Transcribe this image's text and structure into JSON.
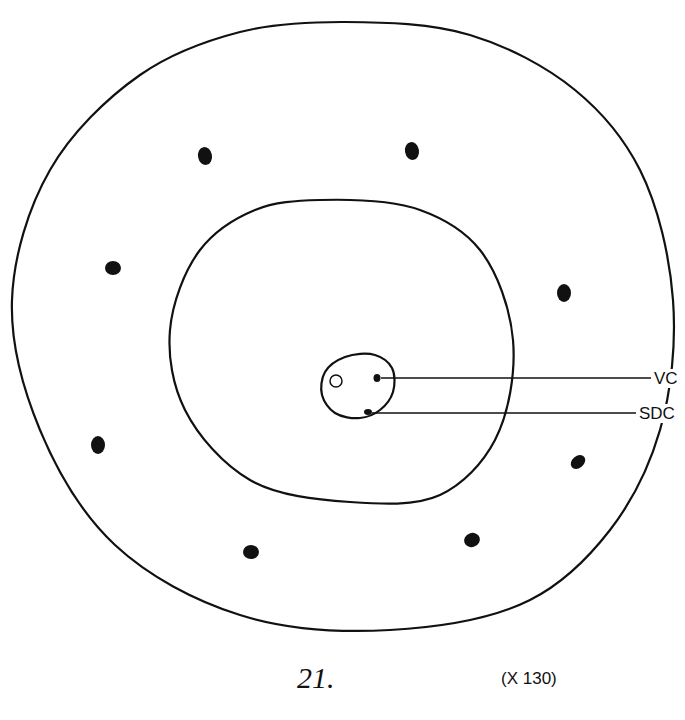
{
  "diagram": {
    "labels": [
      "VC",
      "SDC",
      "21.",
      "(X 130)"
    ]
  }
}
